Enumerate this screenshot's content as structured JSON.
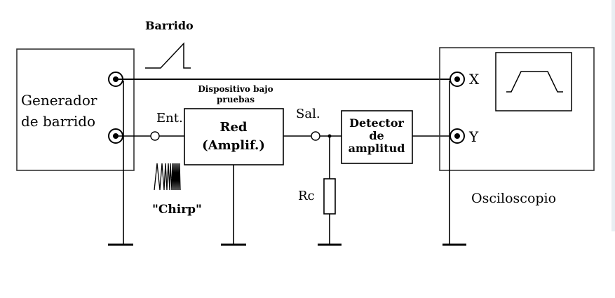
{
  "diagram": {
    "sweep_label": "Barrido",
    "generator_label_line1": "Generador",
    "generator_label_line2": "de barrido",
    "dut_caption_line1": "Dispositivo bajo",
    "dut_caption_line2": "pruebas",
    "input_label": "Ent.",
    "output_label": "Sal.",
    "network_line1": "Red",
    "network_line2": "(Amplif.)",
    "detector_line1": "Detector",
    "detector_line2": "de",
    "detector_line3": "amplitud",
    "load_label": "Rc",
    "chirp_label": "\"Chirp\"",
    "x_input_label": "X",
    "y_input_label": "Y",
    "oscilloscope_label": "Osciloscopio"
  }
}
